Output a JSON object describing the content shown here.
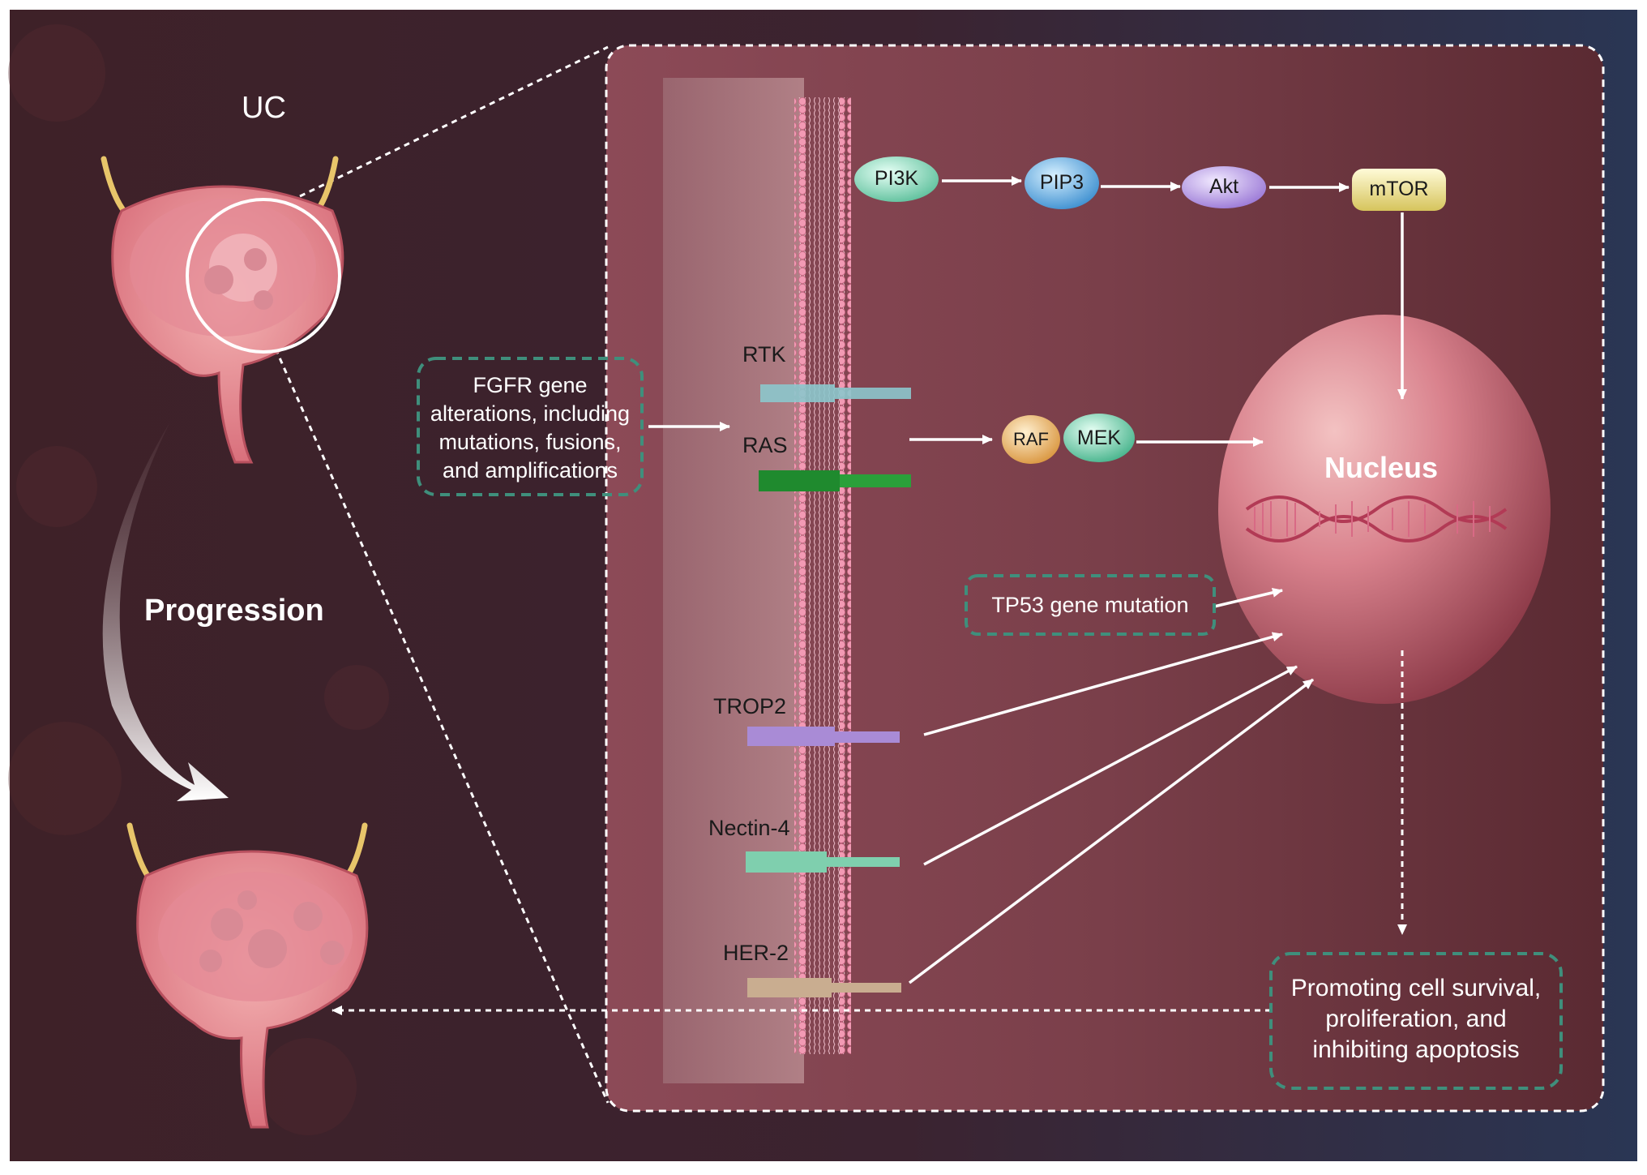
{
  "diagram": {
    "uc_label": "UC",
    "progression_label": "Progression",
    "receptors": {
      "rtk": "RTK",
      "ras": "RAS",
      "trop2": "TROP2",
      "nectin4": "Nectin-4",
      "her2": "HER-2"
    },
    "pathway": {
      "pi3k": "PI3K",
      "pip3": "PIP3",
      "akt": "Akt",
      "mtor": "mTOR",
      "raf": "RAF",
      "mek": "MEK"
    },
    "nucleus_label": "Nucleus",
    "fgfr_box": [
      "FGFR gene",
      "alterations, including",
      "mutations, fusions,",
      "and amplifications"
    ],
    "tp53_box": "TP53 gene mutation",
    "outcome_box": [
      "Promoting cell survival,",
      "proliferation, and",
      "inhibiting apoptosis"
    ],
    "colors": {
      "background_dark": "#3a1f27",
      "panel": "#6e3a45",
      "membrane": "#e88aa5",
      "dashed_box": "#3f8f7c",
      "pi3k": "#7fd3b5",
      "pip3": "#5aaee0",
      "akt": "#b89ae6",
      "mtor": "#e6d884",
      "raf": "#e8b26a",
      "mek": "#6fcfae",
      "rtk": "#8cc7cc",
      "ras": "#1f8a2e",
      "trop2": "#a98bd6",
      "nectin4": "#7fcfae",
      "her2": "#c9ad90"
    }
  }
}
